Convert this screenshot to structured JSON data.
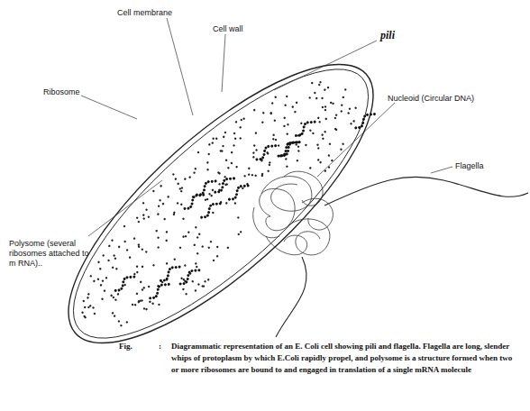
{
  "diagram": {
    "caption": "Diagrammatic representation of an E. Coli cell showing pili and flagella. Flagella are long, slender whips of protoplasm by which E.Coli rapidly propel, and polysome is a structure formed when two or more ribosomes are bound to and engaged in translation of a single mRNA molecule",
    "labels": [
      "Cell membrane",
      "Cell wall",
      "pili",
      "Ribosome",
      "Nucleoid (Circular DNA)",
      "Flagella",
      "Polysome (several ribosomes attached to m RNA)..",
      "Fig.",
      ":"
    ]
  }
}
